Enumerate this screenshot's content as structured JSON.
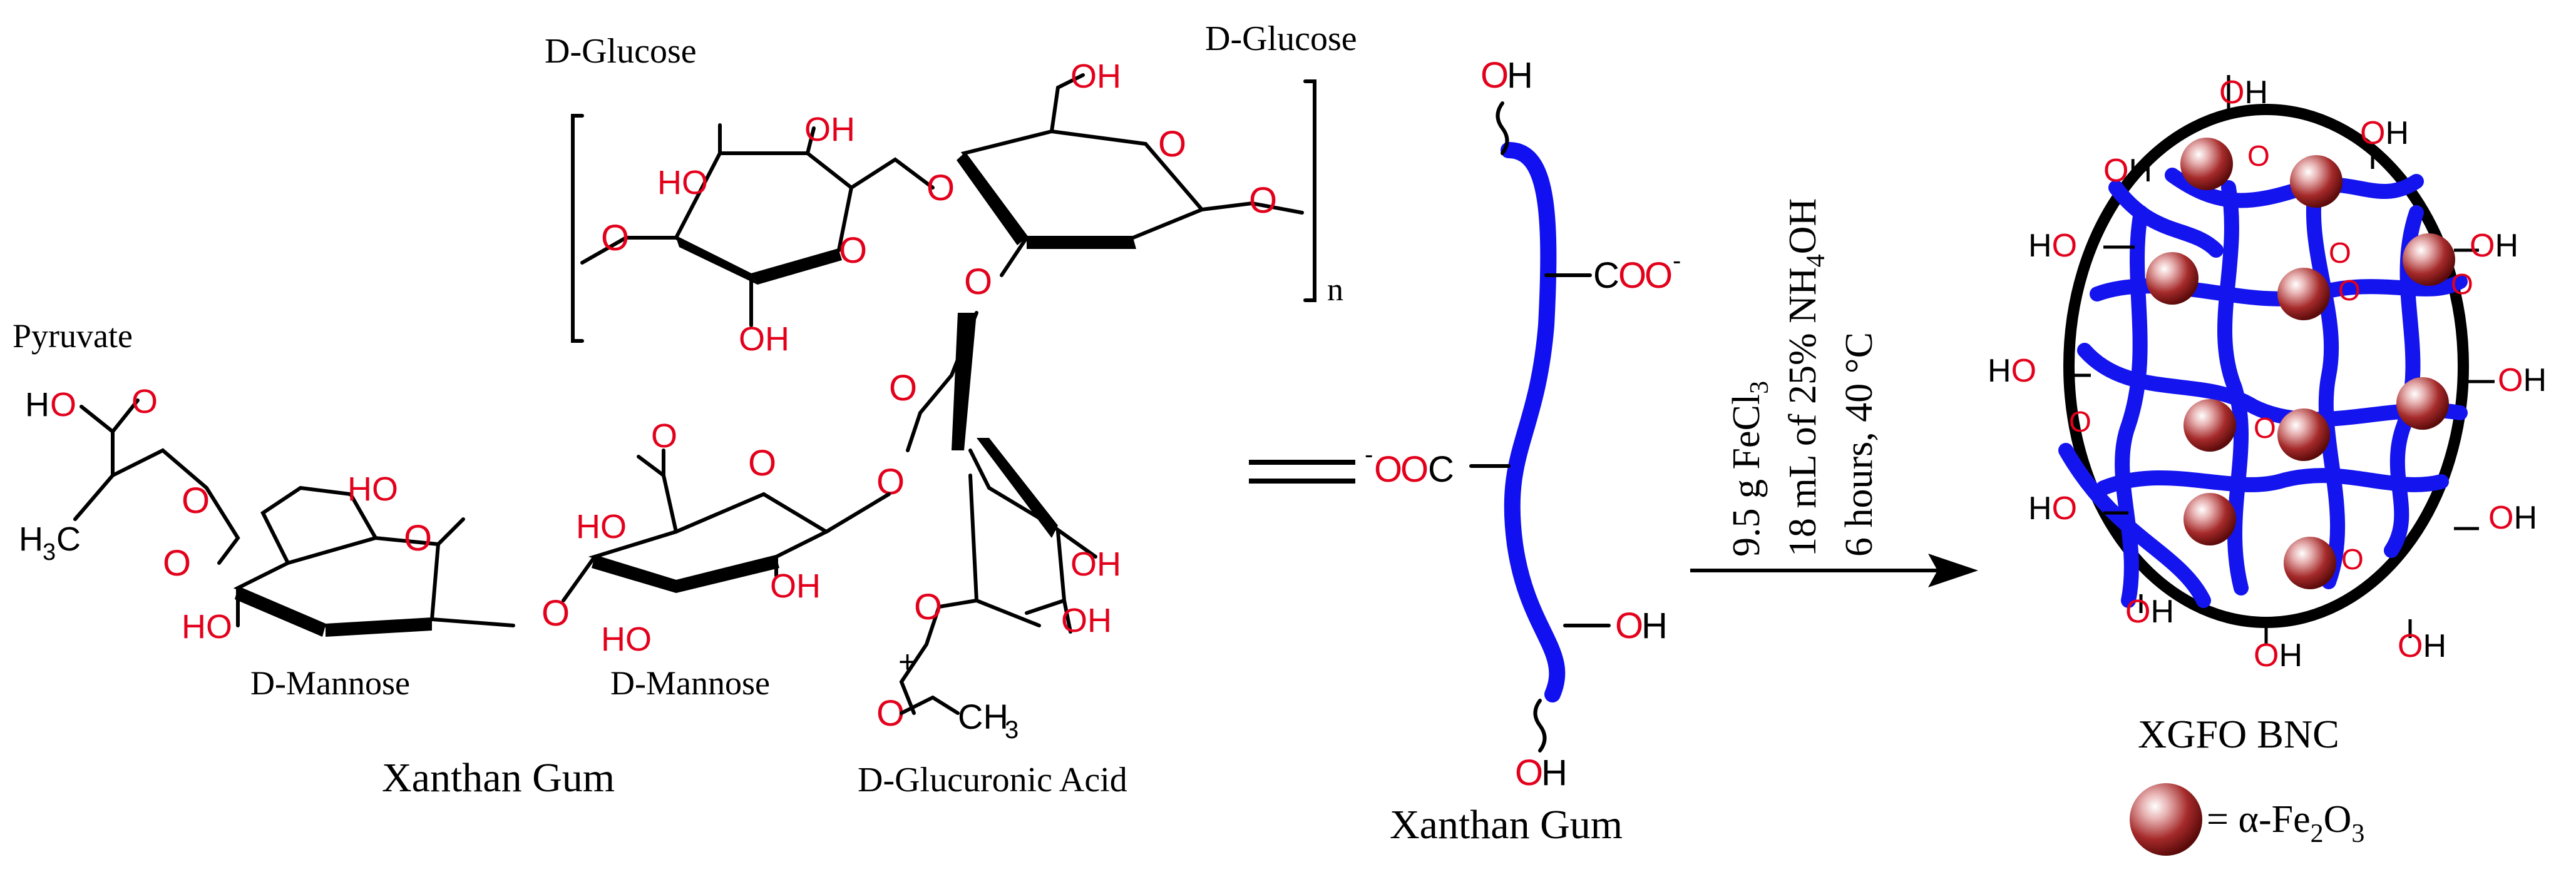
{
  "labels": {
    "d_glucose_left": "D-Glucose",
    "d_glucose_right": "D-Glucose",
    "pyruvate": "Pyruvate",
    "d_mannose_1": "D-Mannose",
    "d_mannose_2": "D-Mannose",
    "xanthan_gum_structure": "Xanthan Gum",
    "d_glucuronic_acid": "D-Glucuronic Acid",
    "repeat_n": "n",
    "xanthan_gum_chain": "Xanthan Gum",
    "product": "XGFO BNC",
    "legend_eq": "= α-Fe",
    "legend_sub2": "2",
    "legend_o": "O",
    "legend_sub3": "3"
  },
  "reaction_conditions": {
    "line1_a": "9.5 g FeCl",
    "line1_sub": "3",
    "line2_a": "18 mL of 25% NH",
    "line2_sub": "4",
    "line2_b": "OH",
    "line3": "6 hours, 40 °C"
  },
  "chem": {
    "oh": "OH",
    "ho": "HO",
    "o": "O",
    "h": "H",
    "coo": "COO",
    "ooc": "OOC",
    "minus": "-",
    "ch3": "CH",
    "sub3": "3",
    "h3c": "H",
    "c": "C",
    "plus": "+"
  },
  "colors": {
    "heteroatom": "#e3001b",
    "chain": "#1010f0",
    "particle": "#9b1c1c",
    "frame": "#000000"
  }
}
